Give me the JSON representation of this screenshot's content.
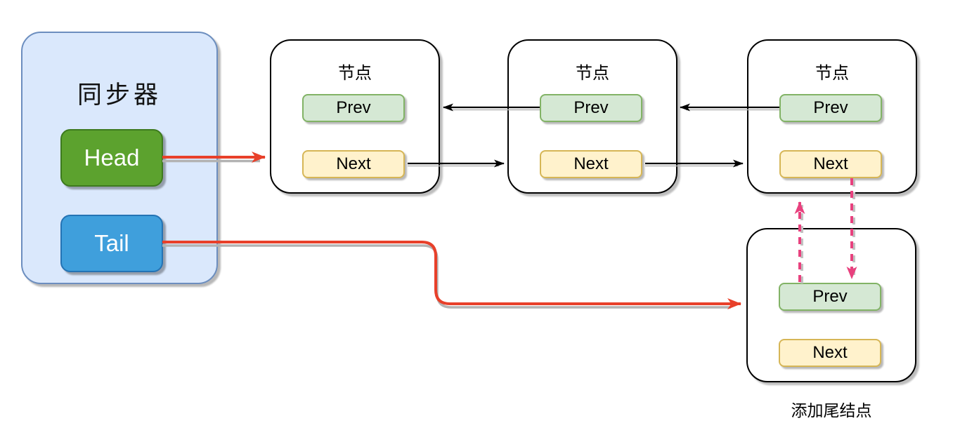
{
  "synchronizer": {
    "title": "同步器",
    "head_label": "Head",
    "tail_label": "Tail"
  },
  "nodes": [
    {
      "title": "节点",
      "prev_label": "Prev",
      "next_label": "Next"
    },
    {
      "title": "节点",
      "prev_label": "Prev",
      "next_label": "Next"
    },
    {
      "title": "节点",
      "prev_label": "Prev",
      "next_label": "Next"
    },
    {
      "title": "",
      "prev_label": "Prev",
      "next_label": "Next"
    }
  ],
  "caption": "添加尾结点",
  "colors": {
    "sync_box_fill": "#dae8fc",
    "sync_box_border": "#6c8ebf",
    "head_fill": "#5ca22e",
    "head_border": "#3d7a1e",
    "tail_fill": "#3f9fdc",
    "tail_border": "#2473b4",
    "node_border": "#000000",
    "prev_fill": "#d5e8d4",
    "prev_border": "#82b366",
    "next_fill": "#fff2cc",
    "next_border": "#d6b656",
    "red_arrow": "#e8402a",
    "pink_dashed_arrow": "#e8417e",
    "black_arrow": "#000000",
    "shadow_gray": "#b3b3b3"
  }
}
